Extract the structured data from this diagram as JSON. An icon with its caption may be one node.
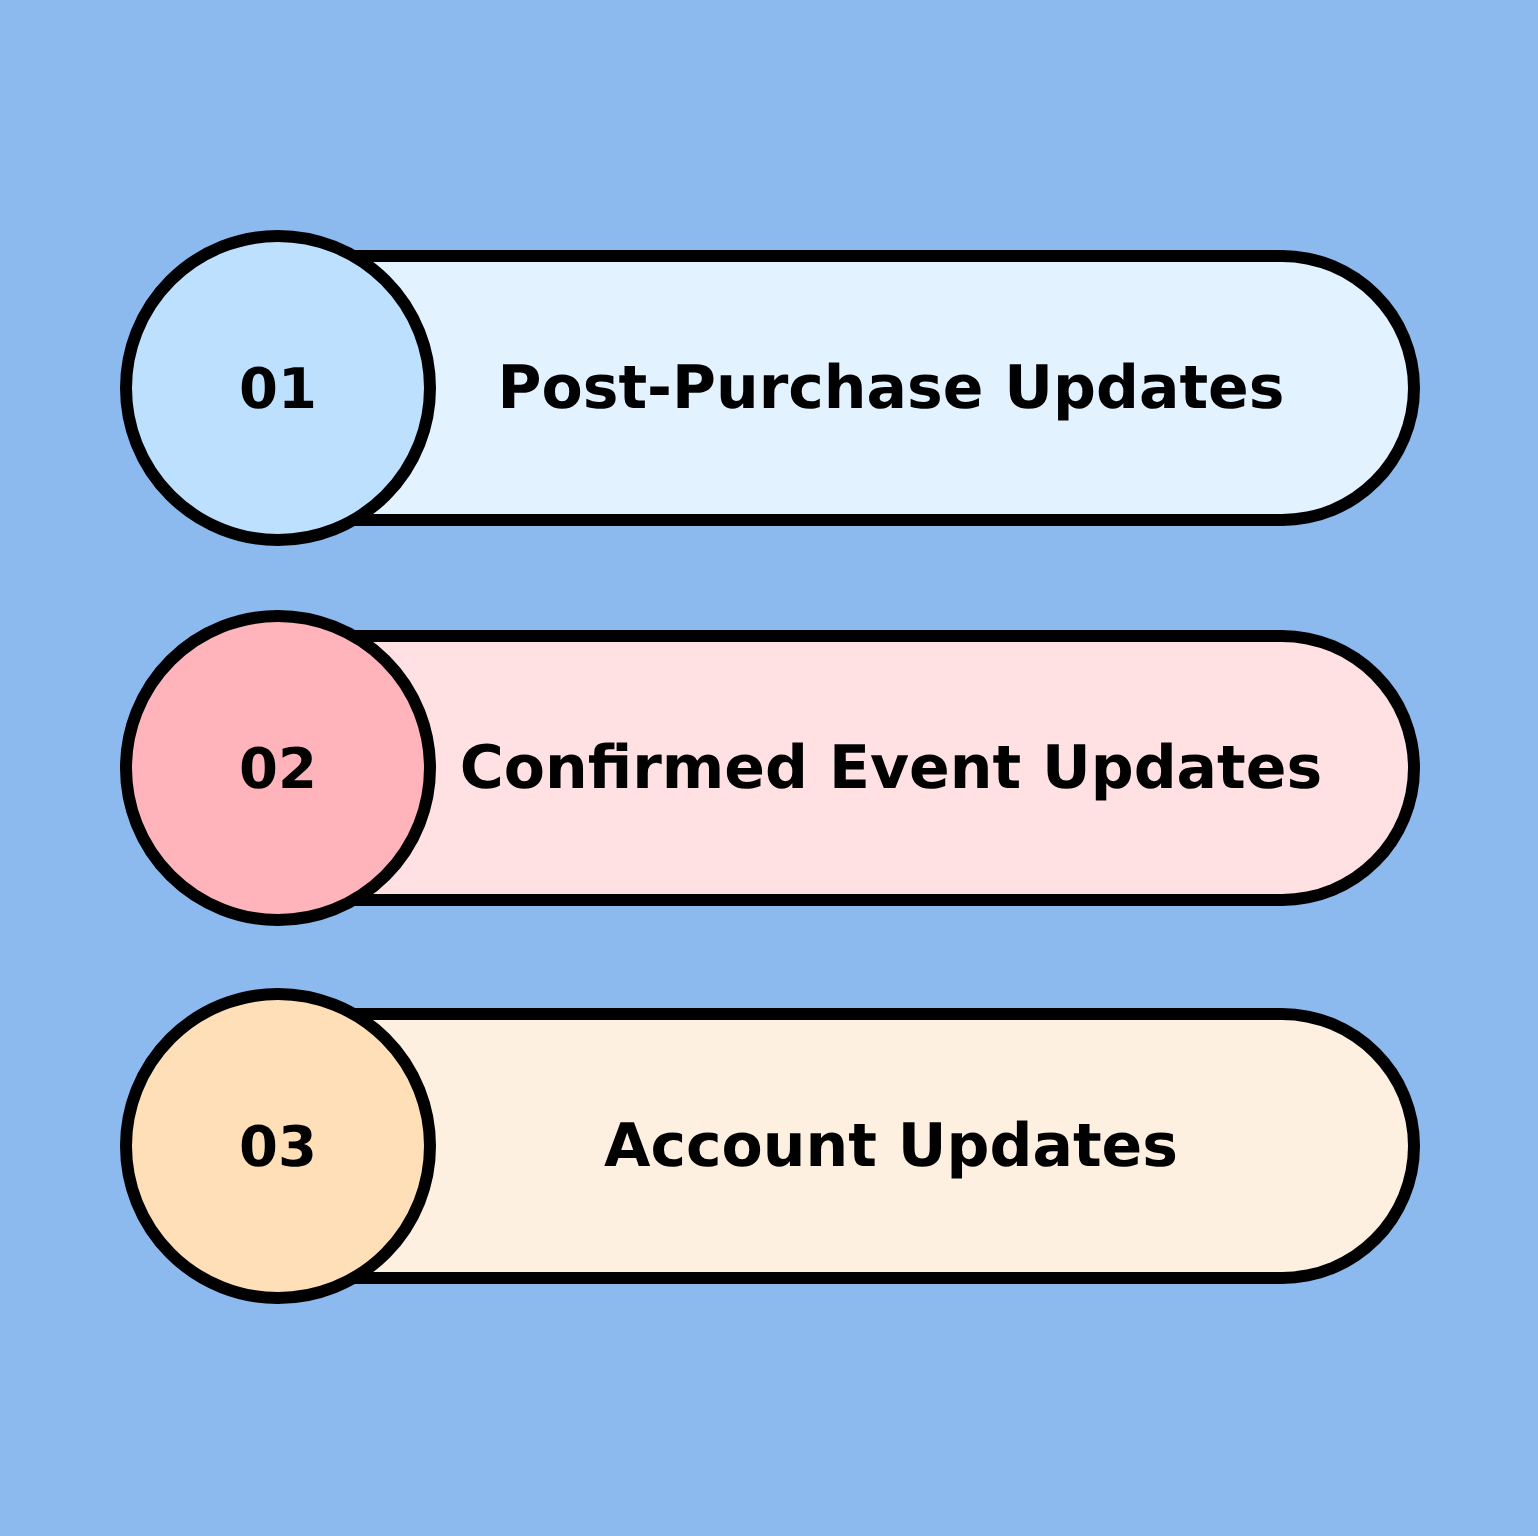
{
  "diagram": {
    "nodes": [
      {
        "text": [
          "01"
        ]
      },
      {
        "text": [
          "Post-Purchase Updates"
        ]
      },
      {
        "text": [
          "02"
        ]
      },
      {
        "text": [
          "Confirmed Event Updates"
        ]
      },
      {
        "text": [
          "03"
        ]
      },
      {
        "text": [
          "Account Updates"
        ]
      }
    ]
  }
}
